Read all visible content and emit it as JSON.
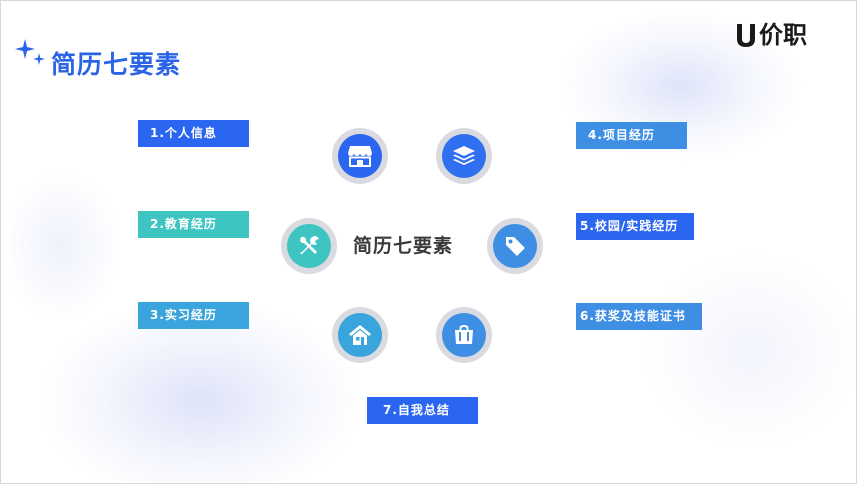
{
  "title": "简历七要素",
  "logo_text": "价职",
  "center_title": "简历七要素",
  "items": [
    {
      "label": "1.个人信息",
      "color": "#2b66f0"
    },
    {
      "label": "2.教育经历",
      "color": "#3ec5c2"
    },
    {
      "label": "3.实习经历",
      "color": "#3aa4dc"
    },
    {
      "label": "4.项目经历",
      "color": "#3e8ee3"
    },
    {
      "label": "5.校园/实践经历",
      "color": "#2b66f0"
    },
    {
      "label": "6.获奖及技能证书",
      "color": "#3e8ee3"
    },
    {
      "label": "7.自我总结",
      "color": "#2b66f0"
    }
  ],
  "icons": [
    {
      "name": "store-icon",
      "color": "#2b66f0"
    },
    {
      "name": "layers-icon",
      "color": "#2f6ff0"
    },
    {
      "name": "tools-icon",
      "color": "#3ec5c2"
    },
    {
      "name": "tag-icon",
      "color": "#3e8ee3"
    },
    {
      "name": "home-icon",
      "color": "#3aa4dc"
    },
    {
      "name": "bag-icon",
      "color": "#3e8ee3"
    }
  ],
  "colors": {
    "title": "#2a63e8",
    "accent_blue": "#2b66f0",
    "accent_teal": "#3ec5c2",
    "accent_sky": "#3aa4dc",
    "ring": "#d9dbe0"
  }
}
